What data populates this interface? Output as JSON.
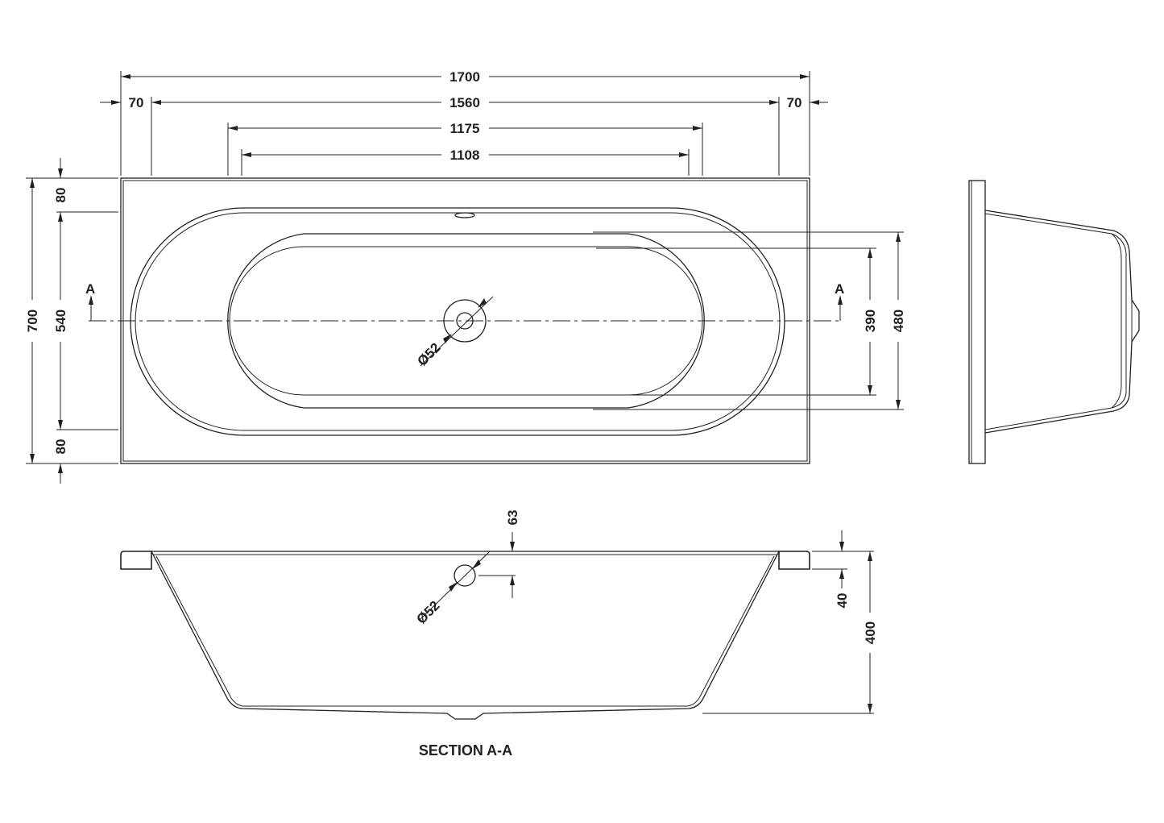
{
  "plan_view": {
    "overall_length": "1700",
    "rim_left": "70",
    "inner_length": "1560",
    "rim_right": "70",
    "bowl_outer_length": "1175",
    "bowl_inner_length": "1108",
    "overall_width": "700",
    "rim_top": "80",
    "inner_width": "540",
    "rim_bottom": "80",
    "bowl_inner_width": "390",
    "bowl_outer_width": "480",
    "waste_diameter": "Ø52",
    "section_marker_left": "A",
    "section_marker_right": "A"
  },
  "section_view": {
    "overflow_offset": "63",
    "overflow_diameter": "Ø52",
    "rim_thickness": "40",
    "overall_depth": "400",
    "caption": "SECTION A-A"
  }
}
